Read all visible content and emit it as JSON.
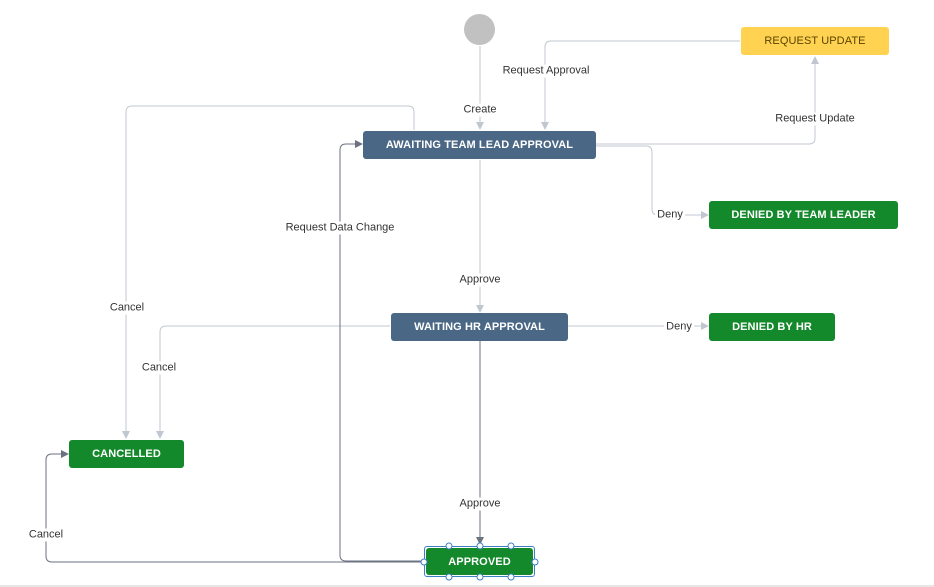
{
  "workflow": {
    "states": {
      "awaiting_team_lead": "AWAITING TEAM LEAD APPROVAL",
      "request_update": "REQUEST UPDATE",
      "denied_by_team_leader": "DENIED BY TEAM LEADER",
      "waiting_hr": "WAITING HR APPROVAL",
      "denied_by_hr": "DENIED BY HR",
      "cancelled": "CANCELLED",
      "approved": "APPROVED"
    },
    "transitions": {
      "create": "Create",
      "request_approval": "Request Approval",
      "request_update": "Request Update",
      "deny_team_lead": "Deny",
      "request_data_change": "Request Data Change",
      "approve_team_lead": "Approve",
      "cancel_from_team_lead": "Cancel",
      "cancel_from_hr": "Cancel",
      "deny_hr": "Deny",
      "approve_hr": "Approve",
      "cancel_from_approved": "Cancel"
    },
    "colors": {
      "in_progress": "#4a6785",
      "done": "#14892c",
      "todo": "#ffd351",
      "start": "#c1c1c1",
      "selection": "#3b7fc4"
    },
    "selected_state": "APPROVED"
  }
}
